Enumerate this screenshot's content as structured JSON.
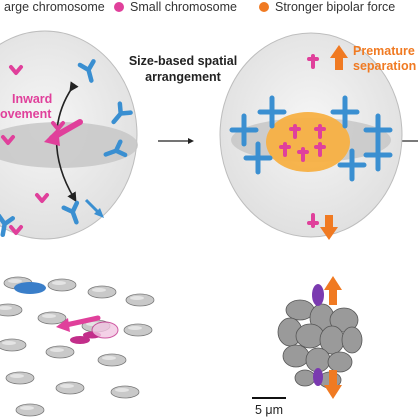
{
  "legend": {
    "items": [
      {
        "label": "arge chromosome",
        "color": "#3a8fd1",
        "icon": "large-chromosome-icon"
      },
      {
        "label": "Small chromosome",
        "color": "#e0409b",
        "icon": "small-chromosome-icon"
      },
      {
        "label": "Stronger bipolar force",
        "color": "#f07a22",
        "icon": "bipolar-force-dot-icon"
      }
    ]
  },
  "left_panel": {
    "label_line1": "Inward",
    "label_line2": "ovement"
  },
  "middle": {
    "title_line1": "Size-based spatial",
    "title_line2": "arrangement"
  },
  "right_panel": {
    "label_line1": "Premature",
    "label_line2": "separation"
  },
  "scale_bar": {
    "label": "5 μm"
  },
  "colors": {
    "large": "#3a8fd1",
    "small": "#e0409b",
    "force": "#f07a22",
    "cell": "#e9e9e9",
    "plate": "#c7c7c7"
  }
}
